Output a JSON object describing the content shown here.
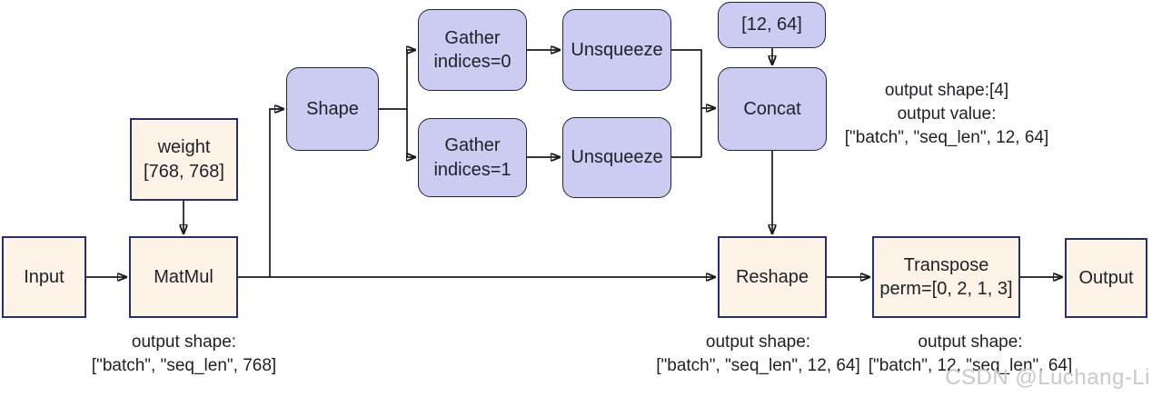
{
  "nodes": {
    "input": {
      "label": "Input"
    },
    "weight": {
      "line1": "weight",
      "line2": "[768, 768]"
    },
    "matmul": {
      "label": "MatMul"
    },
    "shape": {
      "label": "Shape"
    },
    "gather0": {
      "line1": "Gather",
      "line2": "indices=0"
    },
    "gather1": {
      "line1": "Gather",
      "line2": "indices=1"
    },
    "unsqueeze0": {
      "label": "Unsqueeze"
    },
    "unsqueeze1": {
      "label": "Unsqueeze"
    },
    "const_12_64": {
      "label": "[12, 64]"
    },
    "concat": {
      "label": "Concat"
    },
    "reshape": {
      "label": "Reshape"
    },
    "transpose": {
      "line1": "Transpose",
      "line2": "perm=[0, 2, 1, 3]"
    },
    "output": {
      "label": "Output"
    }
  },
  "annotations": {
    "matmul_out": {
      "lines": [
        "output shape:",
        "[\"batch\", \"seq_len\", 768]"
      ]
    },
    "concat_out": {
      "lines": [
        "output shape:[4]",
        "output value:",
        "[\"batch\", \"seq_len\", 12, 64]"
      ]
    },
    "reshape_out": {
      "lines": [
        "output shape:",
        "[\"batch\", \"seq_len\", 12, 64]"
      ]
    },
    "transpose_out": {
      "lines": [
        "output shape:",
        "[\"batch\", 12, \"seq_len\", 64]"
      ]
    }
  },
  "watermark": "CSDN @Luchang-Li",
  "colors": {
    "op_fill": "#ccccf2",
    "op_border": "#23233c",
    "tensor_fill": "#fdf3e6",
    "tensor_border": "#26306b",
    "edge": "#1a1a1a",
    "text": "#1f1f28",
    "watermark": "#c9c9c9"
  }
}
